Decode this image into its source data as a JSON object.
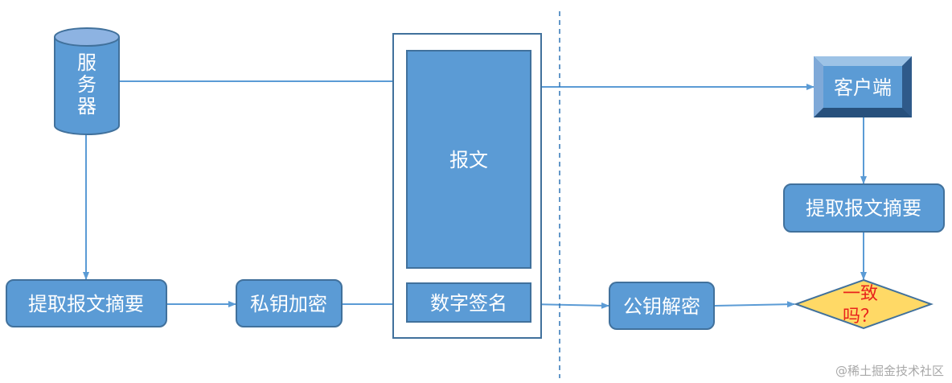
{
  "nodes": {
    "server": [
      "服",
      "务",
      "器"
    ],
    "message": "报文",
    "digital_signature": "数字签名",
    "client": "客户端",
    "server_digest": "提取报文摘要",
    "private_key_encrypt": "私钥加密",
    "public_key_decrypt": "公钥解密",
    "client_digest": "提取报文摘要",
    "consistent_line1": "一致",
    "consistent_line2": "吗？"
  },
  "watermark": "@稀土掘金技术社区",
  "colors": {
    "box_fill": "#5b9bd5",
    "box_stroke": "#41719c",
    "line": "#5b9bd5",
    "diamond_fill": "#ffd966",
    "diamond_text": "#e8221c",
    "divider": "#2e75b6"
  }
}
